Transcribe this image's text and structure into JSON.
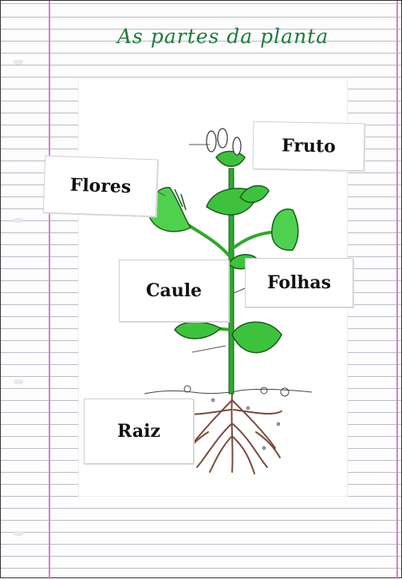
{
  "title": "As partes da planta",
  "labels": {
    "fruto": "Fruto",
    "flores": "Flores",
    "caule": "Caule",
    "folhas": "Folhas",
    "raiz": "Raiz"
  },
  "colors": {
    "leaf": "#3ec23e",
    "leaf_dark": "#1e8a24",
    "stem": "#2ea82e",
    "root": "#7a4a3a",
    "title": "#1f7a3c",
    "margin_line": "#d77ed0",
    "ruled_line": "#b8bcc6"
  }
}
